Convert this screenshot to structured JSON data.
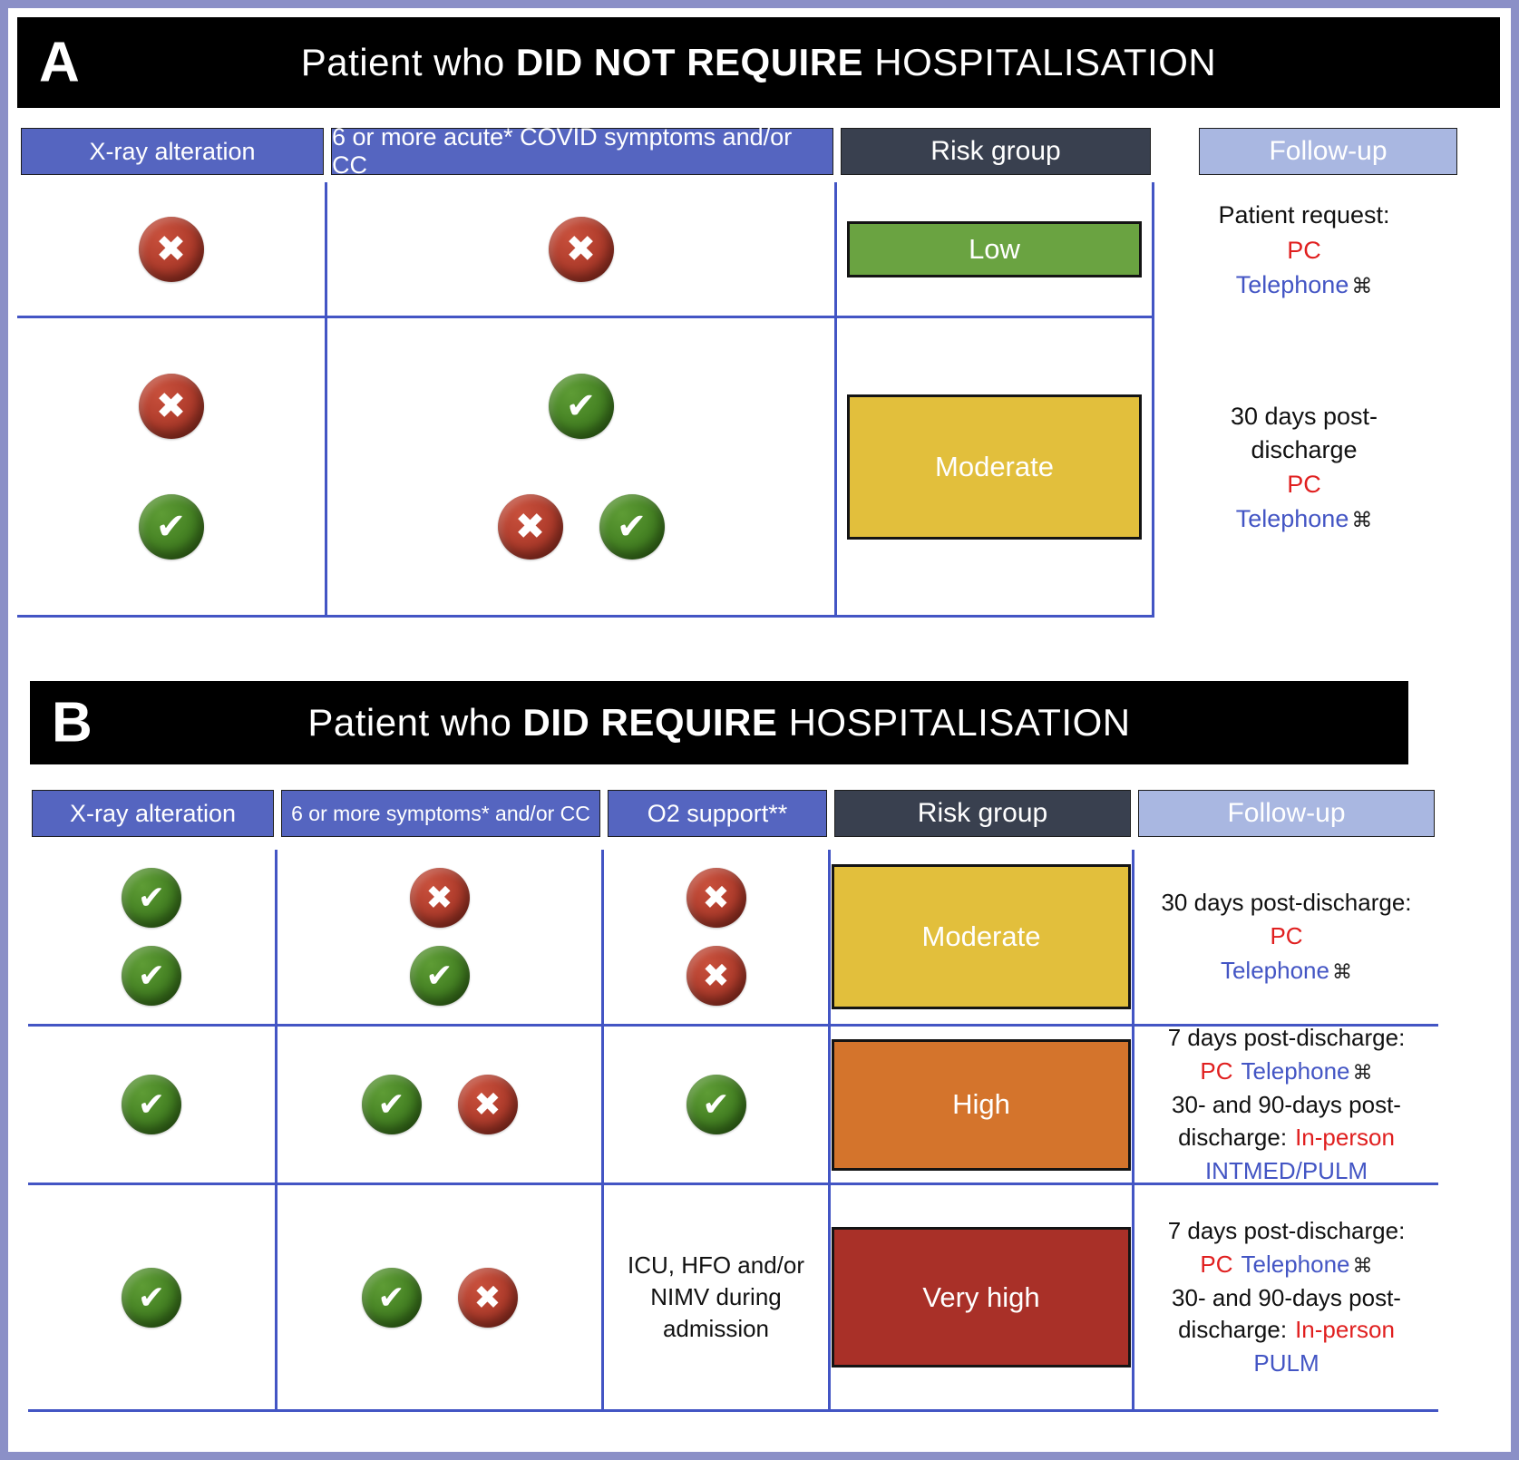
{
  "colors": {
    "outer_border": "#8b90c7",
    "divider_line": "#4355c4",
    "header_blue": "#5565c0",
    "header_dark": "#39404f",
    "header_light": "#a9b7e1",
    "check_green": "#3f7d22",
    "cross_red": "#b03226",
    "risk_low": "#6aa341",
    "risk_moderate": "#e2bf3c",
    "risk_high": "#d4742c",
    "risk_very_high": "#a93028",
    "text_red": "#e01f1f",
    "text_blue": "#4355c4"
  },
  "panel_a": {
    "label": "A",
    "title": {
      "prefix": "Patient who ",
      "bold": "DID NOT REQUIRE",
      "suffix": " HOSPITALISATION"
    },
    "columns": [
      "X-ray alteration",
      "6 or more acute* COVID symptoms and/or CC",
      "Risk group",
      "Follow-up"
    ],
    "rows": [
      {
        "xray": [
          [
            "cross"
          ]
        ],
        "symptoms": [
          [
            "cross"
          ]
        ],
        "risk": {
          "label": "Low",
          "color": "#6aa341"
        },
        "followup": {
          "line1": "Patient request:",
          "line2": "PC",
          "line3_blue": "Telephone",
          "line3_symbol": "⌘"
        }
      },
      {
        "xray": [
          [
            "cross"
          ],
          [
            "check"
          ]
        ],
        "symptoms": [
          [
            "check"
          ],
          [
            "cross",
            "check"
          ]
        ],
        "risk": {
          "label": "Moderate",
          "color": "#e2bf3c"
        },
        "followup": {
          "line1": "30 days post-discharge",
          "line2": "PC",
          "line3_blue": "Telephone",
          "line3_symbol": "⌘"
        }
      }
    ]
  },
  "panel_b": {
    "label": "B",
    "title": {
      "prefix": "Patient who ",
      "bold": "DID REQUIRE",
      "suffix": " HOSPITALISATION"
    },
    "columns": [
      "X-ray alteration",
      "6 or more symptoms* and/or CC",
      "O2 support**",
      "Risk group",
      "Follow-up"
    ],
    "rows": [
      {
        "xray": [
          [
            "check"
          ],
          [
            "check"
          ]
        ],
        "symptoms": [
          [
            "cross"
          ],
          [
            "check"
          ]
        ],
        "o2": [
          [
            "cross"
          ],
          [
            "cross"
          ]
        ],
        "risk": {
          "label": "Moderate",
          "color": "#e2bf3c"
        },
        "followup": {
          "line1": "30 days post-discharge:",
          "line2": "PC",
          "line3_blue": "Telephone",
          "line3_symbol": "⌘"
        }
      },
      {
        "xray": [
          [
            "check"
          ]
        ],
        "symptoms": [
          [
            "check",
            "cross"
          ]
        ],
        "o2": [
          [
            "check"
          ]
        ],
        "risk": {
          "label": "High",
          "color": "#d4742c"
        },
        "followup": {
          "line1": "7 days post-discharge:",
          "line2_red": "PC",
          "line2_blue": "Telephone",
          "line2_symbol": "⌘",
          "line3": "30- and 90-days post-discharge:",
          "line3_red": "In-person",
          "line4_blue": "INTMED/PULM"
        }
      },
      {
        "xray": [
          [
            "check"
          ]
        ],
        "symptoms": [
          [
            "check",
            "cross"
          ]
        ],
        "o2_text": "ICU, HFO and/or NIMV during admission",
        "risk": {
          "label": "Very high",
          "color": "#a93028"
        },
        "followup": {
          "line1": "7 days post-discharge:",
          "line2_red": "PC",
          "line2_blue": "Telephone",
          "line2_symbol": "⌘",
          "line3": "30- and 90-days post-discharge:",
          "line3_red": "In-person",
          "line4_blue": "PULM"
        }
      }
    ]
  }
}
